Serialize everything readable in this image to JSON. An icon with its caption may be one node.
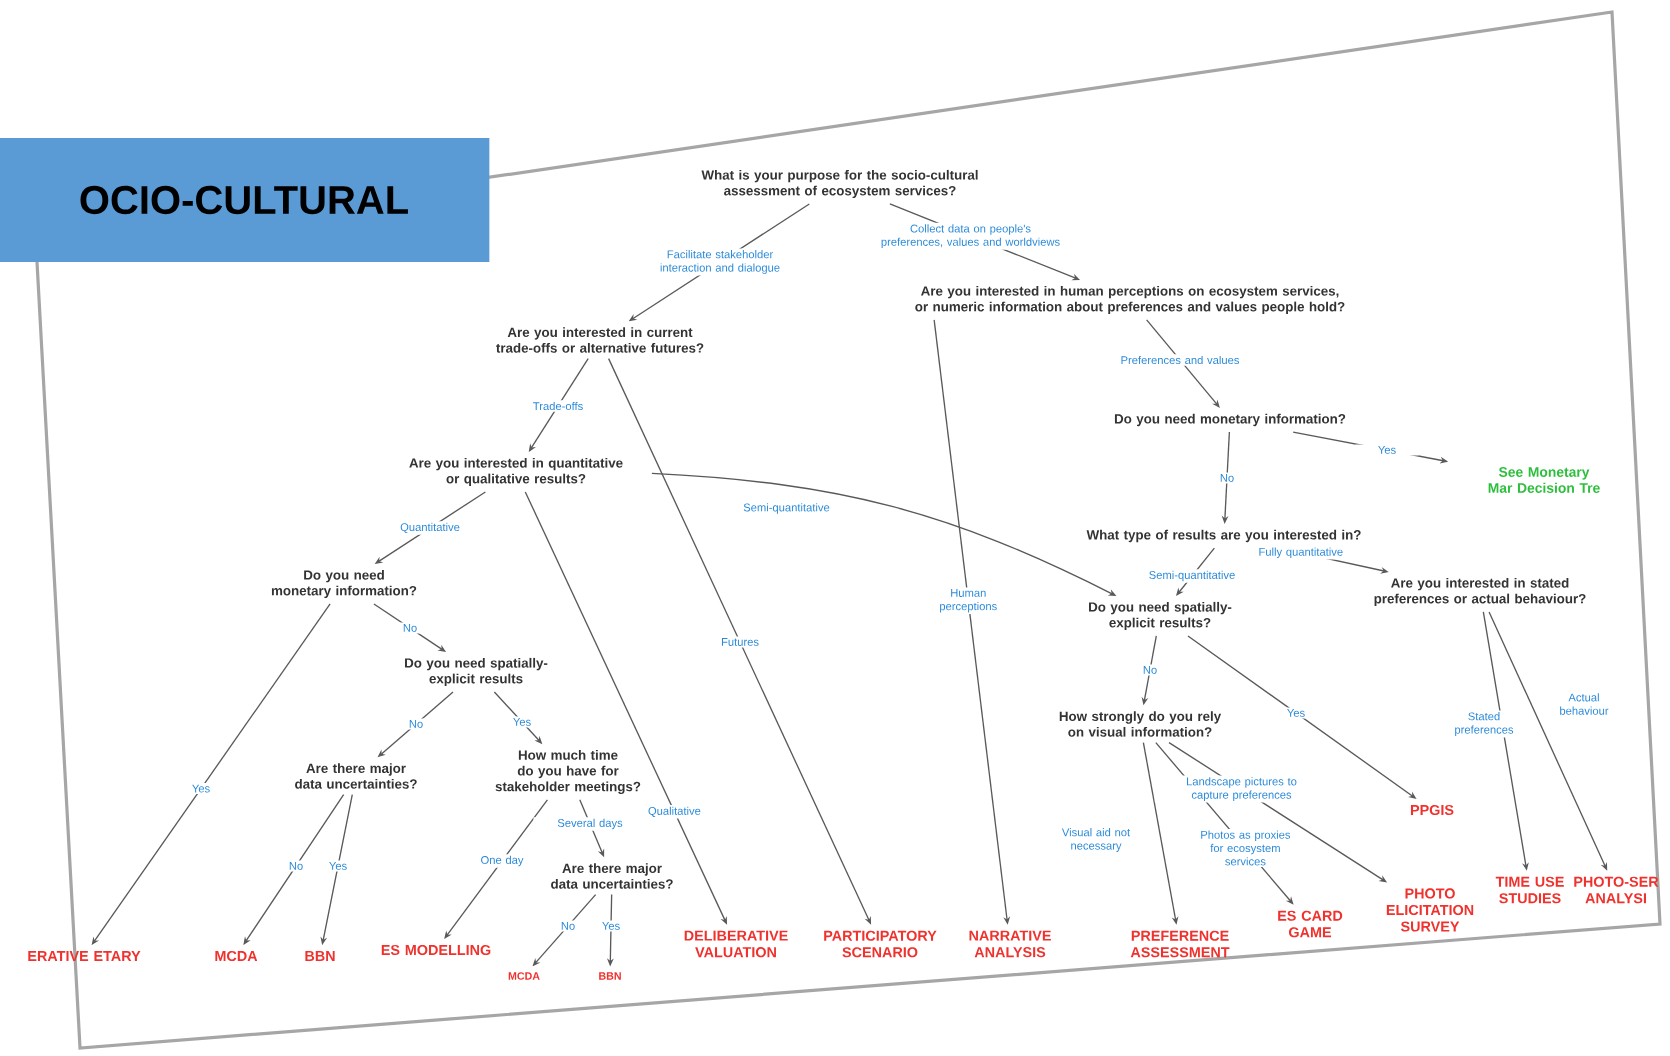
{
  "diagram": {
    "nodes": [
      {
        "text": [
          "OCIO-CULTURAL"
        ]
      },
      {
        "text": [
          "What is your purpose for the socio-cultural assessment of ecosystem services?"
        ]
      },
      {
        "text": [
          "Are you interested in current trade-offs or alternative futures?"
        ]
      },
      {
        "text": [
          "Are you interested in human perceptions on ecosystem services, or numeric information about preferences and values people hold?"
        ]
      },
      {
        "text": [
          "Are you interested in quantitative or qualitative results?"
        ]
      },
      {
        "text": [
          "Do you need monetary information?"
        ]
      },
      {
        "text": [
          "See Monetary Mar Decision Tre"
        ]
      },
      {
        "text": [
          "What type of results are you interested in?"
        ]
      },
      {
        "text": [
          "Do you need monetary information?"
        ]
      },
      {
        "text": [
          "Do you need spatially-explicit results?"
        ]
      },
      {
        "text": [
          "Are you interested in stated preferences or actual behaviour?"
        ]
      },
      {
        "text": [
          "Do you need spatially-explicit results"
        ]
      },
      {
        "text": [
          "Are there major data uncertainties?"
        ]
      },
      {
        "text": [
          "How much time do you have for stakeholder meetings?"
        ]
      },
      {
        "text": [
          "How strongly do you rely on visual information?"
        ]
      },
      {
        "text": [
          "Are there major data uncertainties?"
        ]
      },
      {
        "text": [
          "ERATIVE ETARY"
        ]
      },
      {
        "text": [
          "MCDA"
        ]
      },
      {
        "text": [
          "BBN"
        ]
      },
      {
        "text": [
          "ES MODELLING"
        ]
      },
      {
        "text": [
          "MCDA"
        ]
      },
      {
        "text": [
          "BBN"
        ]
      },
      {
        "text": [
          "DELIBERATIVE VALUATION"
        ]
      },
      {
        "text": [
          "PARTICIPATORY SCENARIO"
        ]
      },
      {
        "text": [
          "NARRATIVE ANALYSIS"
        ]
      },
      {
        "text": [
          "PREFERENCE ASSESSMENT"
        ]
      },
      {
        "text": [
          "ES CARD GAME"
        ]
      },
      {
        "text": [
          "PHOTO ELICITATION SURVEY"
        ]
      },
      {
        "text": [
          "PPGIS"
        ]
      },
      {
        "text": [
          "TIME USE STUDIES"
        ]
      },
      {
        "text": [
          "PHOTO-SER ANALYSI"
        ]
      }
    ],
    "edges": [
      {
        "from": 1,
        "to": 2,
        "arrow": "to",
        "label": "Facilitate stakeholder interaction and dialogue"
      },
      {
        "from": 1,
        "to": 3,
        "arrow": "to",
        "label": "Collect data on people's preferences, values and worldviews"
      },
      {
        "from": 2,
        "to": 4,
        "arrow": "to",
        "label": "Trade-offs"
      },
      {
        "from": 2,
        "to": 23,
        "arrow": "to",
        "label": "Futures"
      },
      {
        "from": 3,
        "to": 5,
        "arrow": "to",
        "label": "Preferences and values"
      },
      {
        "from": 3,
        "to": 24,
        "arrow": "to",
        "label": "Human perceptions"
      },
      {
        "from": 4,
        "to": 8,
        "arrow": "to",
        "label": "Quantitative"
      },
      {
        "from": 4,
        "to": 22,
        "arrow": "to",
        "label": "Qualitative"
      },
      {
        "from": 4,
        "to": 9,
        "arrow": "to",
        "label": "Semi-quantitative"
      },
      {
        "from": 5,
        "to": 6,
        "arrow": "to",
        "label": "Yes"
      },
      {
        "from": 5,
        "to": 7,
        "arrow": "to",
        "label": "No"
      },
      {
        "from": 7,
        "to": 9,
        "arrow": "to",
        "label": "Semi-quantitative"
      },
      {
        "from": 7,
        "to": 10,
        "arrow": "to",
        "label": "Fully quantitative"
      },
      {
        "from": 8,
        "to": 16,
        "arrow": "to",
        "label": "Yes"
      },
      {
        "from": 8,
        "to": 11,
        "arrow": "to",
        "label": "No"
      },
      {
        "from": 11,
        "to": 12,
        "arrow": "to",
        "label": "No"
      },
      {
        "from": 11,
        "to": 13,
        "arrow": "to",
        "label": "Yes"
      },
      {
        "from": 12,
        "to": 17,
        "arrow": "to",
        "label": "No"
      },
      {
        "from": 12,
        "to": 18,
        "arrow": "to",
        "label": "Yes"
      },
      {
        "from": 13,
        "to": 19,
        "arrow": "to",
        "label": "One day"
      },
      {
        "from": 13,
        "to": 15,
        "arrow": "to",
        "label": "Several days"
      },
      {
        "from": 15,
        "to": 20,
        "arrow": "to",
        "label": "No"
      },
      {
        "from": 15,
        "to": 21,
        "arrow": "to",
        "label": "Yes"
      },
      {
        "from": 9,
        "to": 14,
        "arrow": "to",
        "label": "No"
      },
      {
        "from": 9,
        "to": 28,
        "arrow": "to",
        "label": "Yes"
      },
      {
        "from": 14,
        "to": 25,
        "arrow": "to",
        "label": "Visual aid not necessary"
      },
      {
        "from": 14,
        "to": 26,
        "arrow": "to",
        "label": "Photos as proxies for ecosystem services"
      },
      {
        "from": 14,
        "to": 27,
        "arrow": "to",
        "label": "Landscape pictures to capture preferences"
      },
      {
        "from": 10,
        "to": 29,
        "arrow": "to",
        "label": "Stated preferences"
      },
      {
        "from": 10,
        "to": 30,
        "arrow": "to",
        "label": "Actual behaviour"
      }
    ]
  }
}
